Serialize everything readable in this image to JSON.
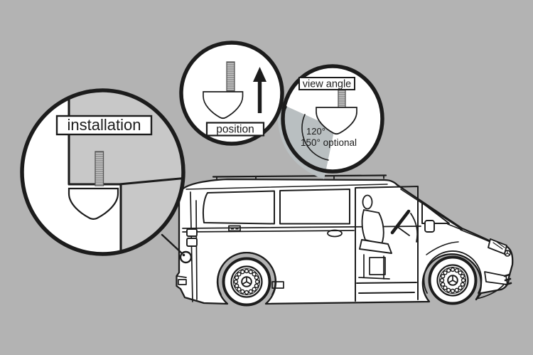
{
  "colors": {
    "background": "#b3b3b3",
    "line": "#1c1c1c",
    "panel_gray": "#c8c8c8",
    "wedge_gray": "#b9bfc1",
    "red": "#e8232a",
    "white": "#ffffff"
  },
  "callouts": {
    "installation": {
      "label": "installation"
    },
    "position": {
      "label": "position"
    },
    "view_angle": {
      "label": "view angle",
      "angle_primary": "120°",
      "angle_optional": "150° optional"
    }
  },
  "icons": {
    "camera": "cone-camera-icon",
    "threaded_stud": "threaded-stud-icon",
    "up_arrow": "up-arrow-icon",
    "view_wedge": "view-angle-wedge",
    "marker": "camera-location-marker",
    "vehicle": "van-side-view-illustration"
  }
}
